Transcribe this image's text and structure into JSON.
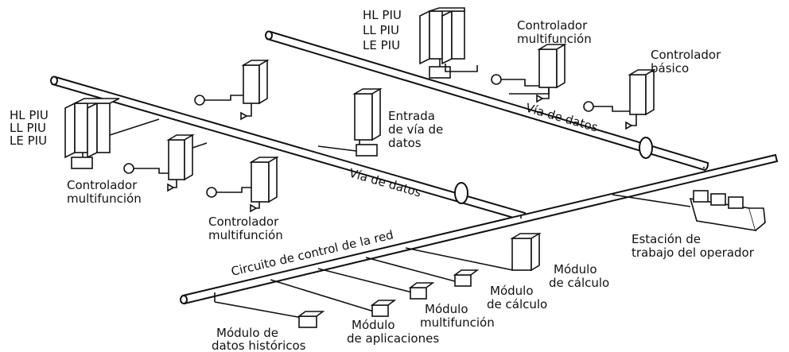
{
  "labels": {
    "top_piu": [
      "HL  PIU",
      "LL  PIU",
      "LE  PIU"
    ],
    "left_piu": [
      "HL PIU",
      "LL PIU",
      "LE PIU"
    ],
    "controlador_multifuncion_top": [
      "Controlador",
      "multifunción"
    ],
    "controlador_basico": [
      "Controlador",
      "básico"
    ],
    "via_datos_top": "Vía de datos",
    "entrada_via": [
      "Entrada",
      "de vía de",
      "datos"
    ],
    "controlador_multifuncion_left": [
      "Controlador",
      "multifunción"
    ],
    "via_datos_mid": "Vía de datos",
    "controlador_multifuncion_bottom": [
      "Controlador",
      "multifunción"
    ],
    "circuito": "Circuito  de control de la red",
    "estacion": [
      "Estación de",
      "trabajo del operador"
    ],
    "modulo_calculo_1": [
      "Módulo",
      "de cálculo"
    ],
    "modulo_calculo_2": [
      "Módulo",
      "de cálculo"
    ],
    "modulo_multifuncion": [
      "Módulo",
      "multifunción"
    ],
    "modulo_aplicaciones": [
      "Módulo",
      "de aplicaciones"
    ],
    "modulo_datos_historicos": [
      "Módulo de",
      "datos históricos"
    ]
  },
  "colors": {
    "ink": "#111111",
    "paper": "#ffffff"
  }
}
